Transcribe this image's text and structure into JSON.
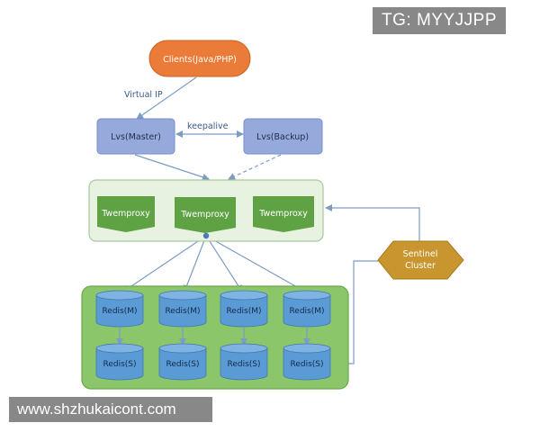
{
  "nodes": {
    "clients": "Clients(Java/PHP)",
    "lvs_master": "Lvs(Master)",
    "lvs_backup": "Lvs(Backup)",
    "twemproxy_1": "Twemproxy",
    "twemproxy_2": "Twemproxy",
    "twemproxy_3": "Twemproxy",
    "sentinel_line1": "Sentinel",
    "sentinel_line2": "Cluster",
    "redis_masters": [
      "Redis(M)",
      "Redis(M)",
      "Redis(M)",
      "Redis(M)"
    ],
    "redis_slaves": [
      "Redis(S)",
      "Redis(S)",
      "Redis(S)",
      "Redis(S)"
    ]
  },
  "edges": {
    "virtual_ip": "Virtual IP",
    "keepalive": "keepalive"
  },
  "watermarks": {
    "top": "TG: MYYJJPP",
    "bottom": "www.shzhukaicont.com"
  },
  "colors": {
    "clients_fill": "#ea7b38",
    "lvs_fill": "#95a9da",
    "proxy_group_fill": "#e7f2e0",
    "proxy_fill": "#5fa244",
    "redis_group_fill": "#8cc66a",
    "cylinder_fill": "#5b9bd5",
    "sentinel_fill": "#c9952e",
    "edge_color": "#7d9cc4"
  }
}
